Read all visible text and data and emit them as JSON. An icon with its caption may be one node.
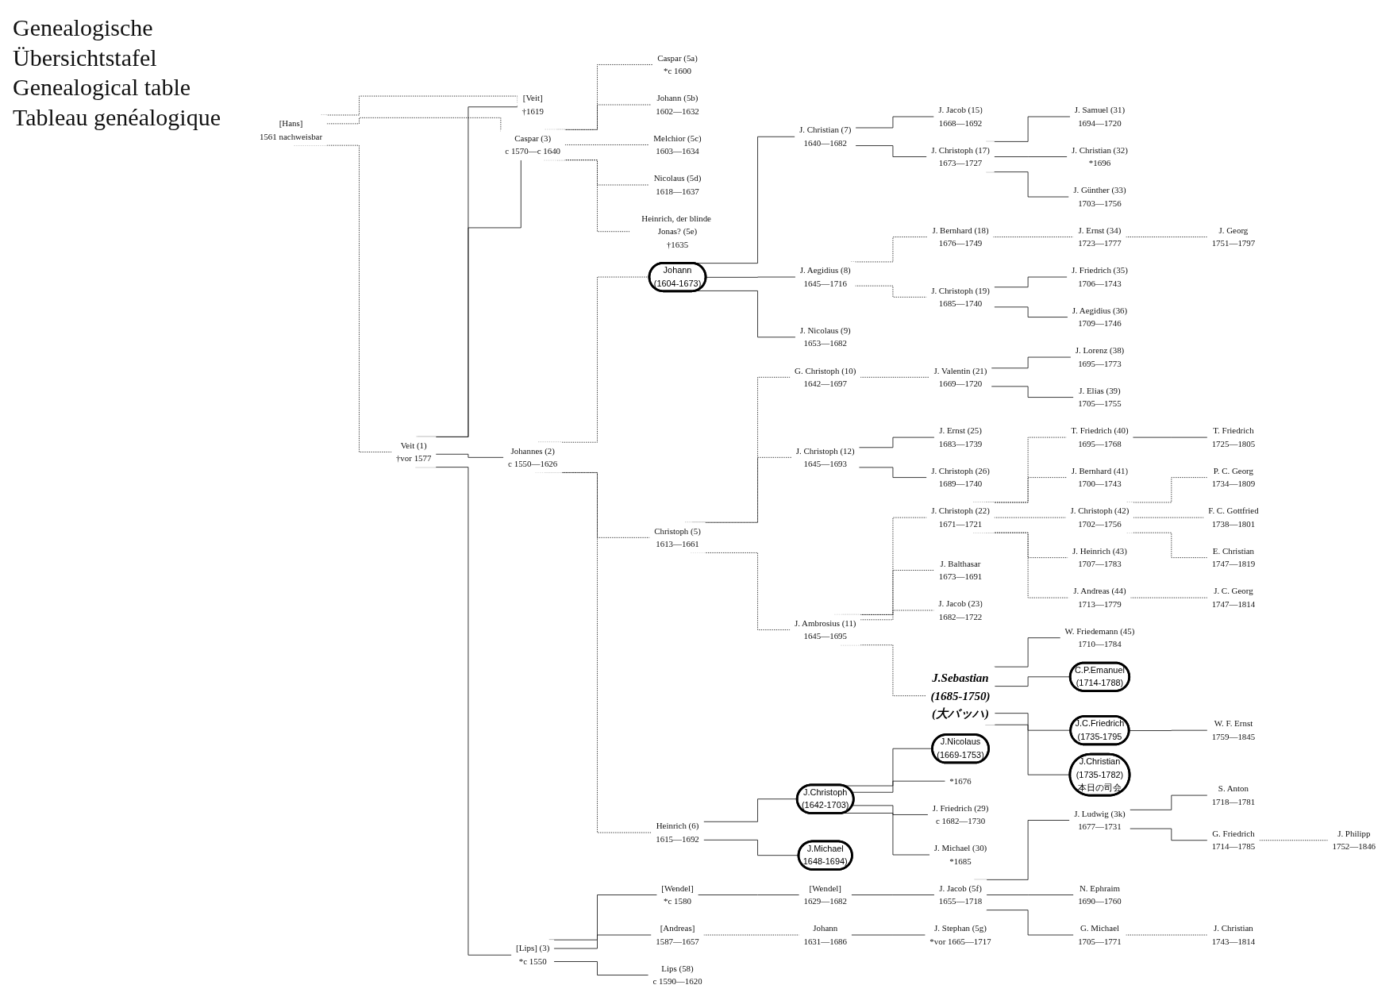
{
  "diagram": {
    "title": "Genealogische Übersichtstafel",
    "nodes": [
      {
        "text": [
          "[Hans]",
          "1561 nachweisbar"
        ]
      },
      {
        "text": [
          "Veit (1)",
          "†vor 1577"
        ]
      },
      {
        "text": [
          "[Veit]",
          "†1619"
        ]
      },
      {
        "text": [
          "Caspar (3)",
          "c 1570—c 1640"
        ]
      },
      {
        "text": [
          "Caspar (5a)",
          "*c 1600"
        ]
      },
      {
        "text": [
          "Johann (5b)",
          "1602—1632"
        ]
      },
      {
        "text": [
          "Melchior (5c)",
          "1603—1634"
        ]
      },
      {
        "text": [
          "Nicolaus (5d)",
          "1618—1637"
        ]
      },
      {
        "text": [
          "Heinrich, der blinde Jonas? (5e)",
          "†1635"
        ]
      },
      {
        "text": [
          "Johannes (2)",
          "c 1550—1626"
        ]
      },
      {
        "text": [
          "Johann",
          "(1604-1673)"
        ]
      },
      {
        "text": [
          "J. Christian (7)",
          "1640—1682"
        ]
      },
      {
        "text": [
          "J. Jacob (15)",
          "1668—1692"
        ]
      },
      {
        "text": [
          "J. Christoph (17)",
          "1673—1727"
        ]
      },
      {
        "text": [
          "J. Samuel (31)",
          "1694—1720"
        ]
      },
      {
        "text": [
          "J. Christian (32)",
          "*1696"
        ]
      },
      {
        "text": [
          "J. Günther (33)",
          "1703—1756"
        ]
      },
      {
        "text": [
          "J. Aegidius (8)",
          "1645—1716"
        ]
      },
      {
        "text": [
          "J. Nicolaus (9)",
          "1653—1682"
        ]
      },
      {
        "text": [
          "J. Bernhard (18)",
          "1676—1749"
        ]
      },
      {
        "text": [
          "J. Christoph (19)",
          "1685—1740"
        ]
      },
      {
        "text": [
          "J. Ernst (34)",
          "1723—1777"
        ]
      },
      {
        "text": [
          "J. Georg",
          "1751—1797"
        ]
      },
      {
        "text": [
          "J. Friedrich (35)",
          "1706—1743"
        ]
      },
      {
        "text": [
          "J. Aegidius (36)",
          "1709—1746"
        ]
      },
      {
        "text": [
          "Christoph (5)",
          "1613—1661"
        ]
      },
      {
        "text": [
          "G. Christoph (10)",
          "1642—1697"
        ]
      },
      {
        "text": [
          "J. Valentin (21)",
          "1669—1720"
        ]
      },
      {
        "text": [
          "J. Lorenz (38)",
          "1695—1773"
        ]
      },
      {
        "text": [
          "J. Elias (39)",
          "1705—1755"
        ]
      },
      {
        "text": [
          "J. Christoph (12)",
          "1645—1693"
        ]
      },
      {
        "text": [
          "J. Ernst (25)",
          "1683—1739"
        ]
      },
      {
        "text": [
          "J. Christoph (26)",
          "1689—1740"
        ]
      },
      {
        "text": [
          "J. Ambrosius (11)",
          "1645—1695"
        ]
      },
      {
        "text": [
          "J. Christoph (22)",
          "1671—1721"
        ]
      },
      {
        "text": [
          "J. Balthasar",
          "1673—1691"
        ]
      },
      {
        "text": [
          "J. Jacob (23)",
          "1682—1722"
        ]
      },
      {
        "text": [
          "J.Sebastian",
          "(1685-1750)",
          "(大バッハ)"
        ]
      },
      {
        "text": [
          "T. Friedrich (40)",
          "1695—1768"
        ]
      },
      {
        "text": [
          "T. Friedrich",
          "1725—1805"
        ]
      },
      {
        "text": [
          "J. Bernhard (41)",
          "1700—1743"
        ]
      },
      {
        "text": [
          "J. Christoph (42)",
          "1702—1756"
        ]
      },
      {
        "text": [
          "P. C. Georg",
          "1734—1809"
        ]
      },
      {
        "text": [
          "F. C. Gottfried",
          "1738—1801"
        ]
      },
      {
        "text": [
          "E. Christian",
          "1747—1819"
        ]
      },
      {
        "text": [
          "J. Heinrich (43)",
          "1707—1783"
        ]
      },
      {
        "text": [
          "J. Andreas (44)",
          "1713—1779"
        ]
      },
      {
        "text": [
          "J. C. Georg",
          "1747—1814"
        ]
      },
      {
        "text": [
          "W. Friedemann (45)",
          "1710—1784"
        ]
      },
      {
        "text": [
          "C.P.Emanuel",
          "(1714-1788)"
        ]
      },
      {
        "text": [
          "J.C.Friedrich",
          "(1735-1795"
        ]
      },
      {
        "text": [
          "W. F. Ernst",
          "1759—1845"
        ]
      },
      {
        "text": [
          "J.Christian",
          "(1735-1782)",
          "本日の司会"
        ]
      },
      {
        "text": [
          "Heinrich (6)",
          "1615—1692"
        ]
      },
      {
        "text": [
          "J.Christoph",
          "(1642-1703)"
        ]
      },
      {
        "text": [
          "J.Michael",
          "1648-1694)"
        ]
      },
      {
        "text": [
          "J.Nicolaus",
          "(1669-1753)"
        ]
      },
      {
        "text": [
          "*1676"
        ]
      },
      {
        "text": [
          "J. Friedrich (29)",
          "c 1682—1730"
        ]
      },
      {
        "text": [
          "J. Michael (30)",
          "*1685"
        ]
      },
      {
        "text": [
          "[Lips] (3)",
          "*c 1550"
        ]
      },
      {
        "text": [
          "[Wendel]",
          "*c 1580"
        ]
      },
      {
        "text": [
          "[Andreas]",
          "1587—1657"
        ]
      },
      {
        "text": [
          "Lips (58)",
          "c 1590—1620"
        ]
      },
      {
        "text": [
          "[Wendel]",
          "1629—1682"
        ]
      },
      {
        "text": [
          "Johann",
          "1631—1686"
        ]
      },
      {
        "text": [
          "J. Jacob (5f)",
          "1655—1718"
        ]
      },
      {
        "text": [
          "J. Stephan (5g)",
          "*vor 1665—1717"
        ]
      },
      {
        "text": [
          "J. Ludwig (3k)",
          "1677—1731"
        ]
      },
      {
        "text": [
          "N. Ephraim",
          "1690—1760"
        ]
      },
      {
        "text": [
          "G. Michael",
          "1705—1771"
        ]
      },
      {
        "text": [
          "S. Anton",
          "1718—1781"
        ]
      },
      {
        "text": [
          "G. Friedrich",
          "1714—1785"
        ]
      },
      {
        "text": [
          "J. Philipp",
          "1752—1846"
        ]
      },
      {
        "text": [
          "J. Christian",
          "1743—1814"
        ]
      }
    ],
    "edges": [
      {
        "from": 0,
        "to": 1,
        "arrow": "none",
        "style": "dashed"
      },
      {
        "from": 0,
        "to": 2,
        "arrow": "none",
        "style": "dashed"
      },
      {
        "from": 0,
        "to": 3,
        "arrow": "none",
        "style": "dashed"
      },
      {
        "from": 1,
        "to": 2,
        "arrow": "none"
      },
      {
        "from": 1,
        "to": 3,
        "arrow": "none"
      },
      {
        "from": 1,
        "to": 9,
        "arrow": "none"
      },
      {
        "from": 1,
        "to": 60,
        "arrow": "none"
      },
      {
        "from": 3,
        "to": 4,
        "arrow": "none",
        "style": "dashed"
      },
      {
        "from": 3,
        "to": 5,
        "arrow": "none",
        "style": "dashed"
      },
      {
        "from": 3,
        "to": 6,
        "arrow": "none",
        "style": "dashed"
      },
      {
        "from": 3,
        "to": 7,
        "arrow": "none",
        "style": "dashed"
      },
      {
        "from": 3,
        "to": 8,
        "arrow": "none",
        "style": "dashed"
      },
      {
        "from": 9,
        "to": 10,
        "arrow": "none",
        "style": "dashed"
      },
      {
        "from": 9,
        "to": 25,
        "arrow": "none",
        "style": "dashed"
      },
      {
        "from": 9,
        "to": 53,
        "arrow": "none",
        "style": "dashed"
      },
      {
        "from": 10,
        "to": 11,
        "arrow": "none"
      },
      {
        "from": 10,
        "to": 17,
        "arrow": "none"
      },
      {
        "from": 10,
        "to": 18,
        "arrow": "none"
      },
      {
        "from": 11,
        "to": 12,
        "arrow": "none"
      },
      {
        "from": 11,
        "to": 13,
        "arrow": "none"
      },
      {
        "from": 13,
        "to": 14,
        "arrow": "none"
      },
      {
        "from": 13,
        "to": 15,
        "arrow": "none"
      },
      {
        "from": 13,
        "to": 16,
        "arrow": "none"
      },
      {
        "from": 17,
        "to": 19,
        "arrow": "none",
        "style": "dashed"
      },
      {
        "from": 17,
        "to": 20,
        "arrow": "none",
        "style": "dashed"
      },
      {
        "from": 19,
        "to": 21,
        "arrow": "none",
        "style": "dashed"
      },
      {
        "from": 21,
        "to": 22,
        "arrow": "none",
        "style": "dashed"
      },
      {
        "from": 20,
        "to": 23,
        "arrow": "none"
      },
      {
        "from": 20,
        "to": 24,
        "arrow": "none"
      },
      {
        "from": 25,
        "to": 26,
        "arrow": "none",
        "style": "dashed"
      },
      {
        "from": 25,
        "to": 30,
        "arrow": "none",
        "style": "dashed"
      },
      {
        "from": 25,
        "to": 33,
        "arrow": "none",
        "style": "dashed"
      },
      {
        "from": 26,
        "to": 27,
        "arrow": "none",
        "style": "dashed"
      },
      {
        "from": 27,
        "to": 28,
        "arrow": "none"
      },
      {
        "from": 27,
        "to": 29,
        "arrow": "none"
      },
      {
        "from": 30,
        "to": 31,
        "arrow": "none"
      },
      {
        "from": 30,
        "to": 32,
        "arrow": "none"
      },
      {
        "from": 33,
        "to": 34,
        "arrow": "none",
        "style": "dashed"
      },
      {
        "from": 33,
        "to": 35,
        "arrow": "none",
        "style": "dashed"
      },
      {
        "from": 33,
        "to": 36,
        "arrow": "none",
        "style": "dashed"
      },
      {
        "from": 33,
        "to": 37,
        "arrow": "none",
        "style": "dashed"
      },
      {
        "from": 34,
        "to": 38,
        "arrow": "none",
        "style": "dashed"
      },
      {
        "from": 34,
        "to": 40,
        "arrow": "none",
        "style": "dashed"
      },
      {
        "from": 34,
        "to": 41,
        "arrow": "none",
        "style": "dashed"
      },
      {
        "from": 34,
        "to": 45,
        "arrow": "none",
        "style": "dashed"
      },
      {
        "from": 34,
        "to": 46,
        "arrow": "none",
        "style": "dashed"
      },
      {
        "from": 38,
        "to": 39,
        "arrow": "none"
      },
      {
        "from": 41,
        "to": 42,
        "arrow": "none",
        "style": "dashed"
      },
      {
        "from": 41,
        "to": 43,
        "arrow": "none",
        "style": "dashed"
      },
      {
        "from": 41,
        "to": 44,
        "arrow": "none",
        "style": "dashed"
      },
      {
        "from": 46,
        "to": 47,
        "arrow": "none",
        "style": "dashed"
      },
      {
        "from": 37,
        "to": 48,
        "arrow": "none"
      },
      {
        "from": 37,
        "to": 49,
        "arrow": "none"
      },
      {
        "from": 37,
        "to": 50,
        "arrow": "none"
      },
      {
        "from": 37,
        "to": 52,
        "arrow": "none"
      },
      {
        "from": 50,
        "to": 51,
        "arrow": "none"
      },
      {
        "from": 53,
        "to": 54,
        "arrow": "none"
      },
      {
        "from": 53,
        "to": 55,
        "arrow": "none"
      },
      {
        "from": 54,
        "to": 56,
        "arrow": "none"
      },
      {
        "from": 54,
        "to": 57,
        "arrow": "none"
      },
      {
        "from": 54,
        "to": 58,
        "arrow": "none"
      },
      {
        "from": 54,
        "to": 59,
        "arrow": "none"
      },
      {
        "from": 60,
        "to": 61,
        "arrow": "none"
      },
      {
        "from": 60,
        "to": 62,
        "arrow": "none"
      },
      {
        "from": 60,
        "to": 63,
        "arrow": "none"
      },
      {
        "from": 61,
        "to": 64,
        "arrow": "none"
      },
      {
        "from": 62,
        "to": 65,
        "arrow": "none",
        "style": "dashed"
      },
      {
        "from": 64,
        "to": 66,
        "arrow": "none"
      },
      {
        "from": 65,
        "to": 67,
        "arrow": "none"
      },
      {
        "from": 66,
        "to": 68,
        "arrow": "none"
      },
      {
        "from": 66,
        "to": 69,
        "arrow": "none"
      },
      {
        "from": 66,
        "to": 70,
        "arrow": "none"
      },
      {
        "from": 68,
        "to": 71,
        "arrow": "none"
      },
      {
        "from": 68,
        "to": 72,
        "arrow": "none"
      },
      {
        "from": 72,
        "to": 73,
        "arrow": "none",
        "style": "dashed"
      },
      {
        "from": 70,
        "to": 74,
        "arrow": "none",
        "style": "dashed"
      }
    ],
    "labels": [
      "Genealogical table",
      "Tableau genéalogique"
    ]
  }
}
